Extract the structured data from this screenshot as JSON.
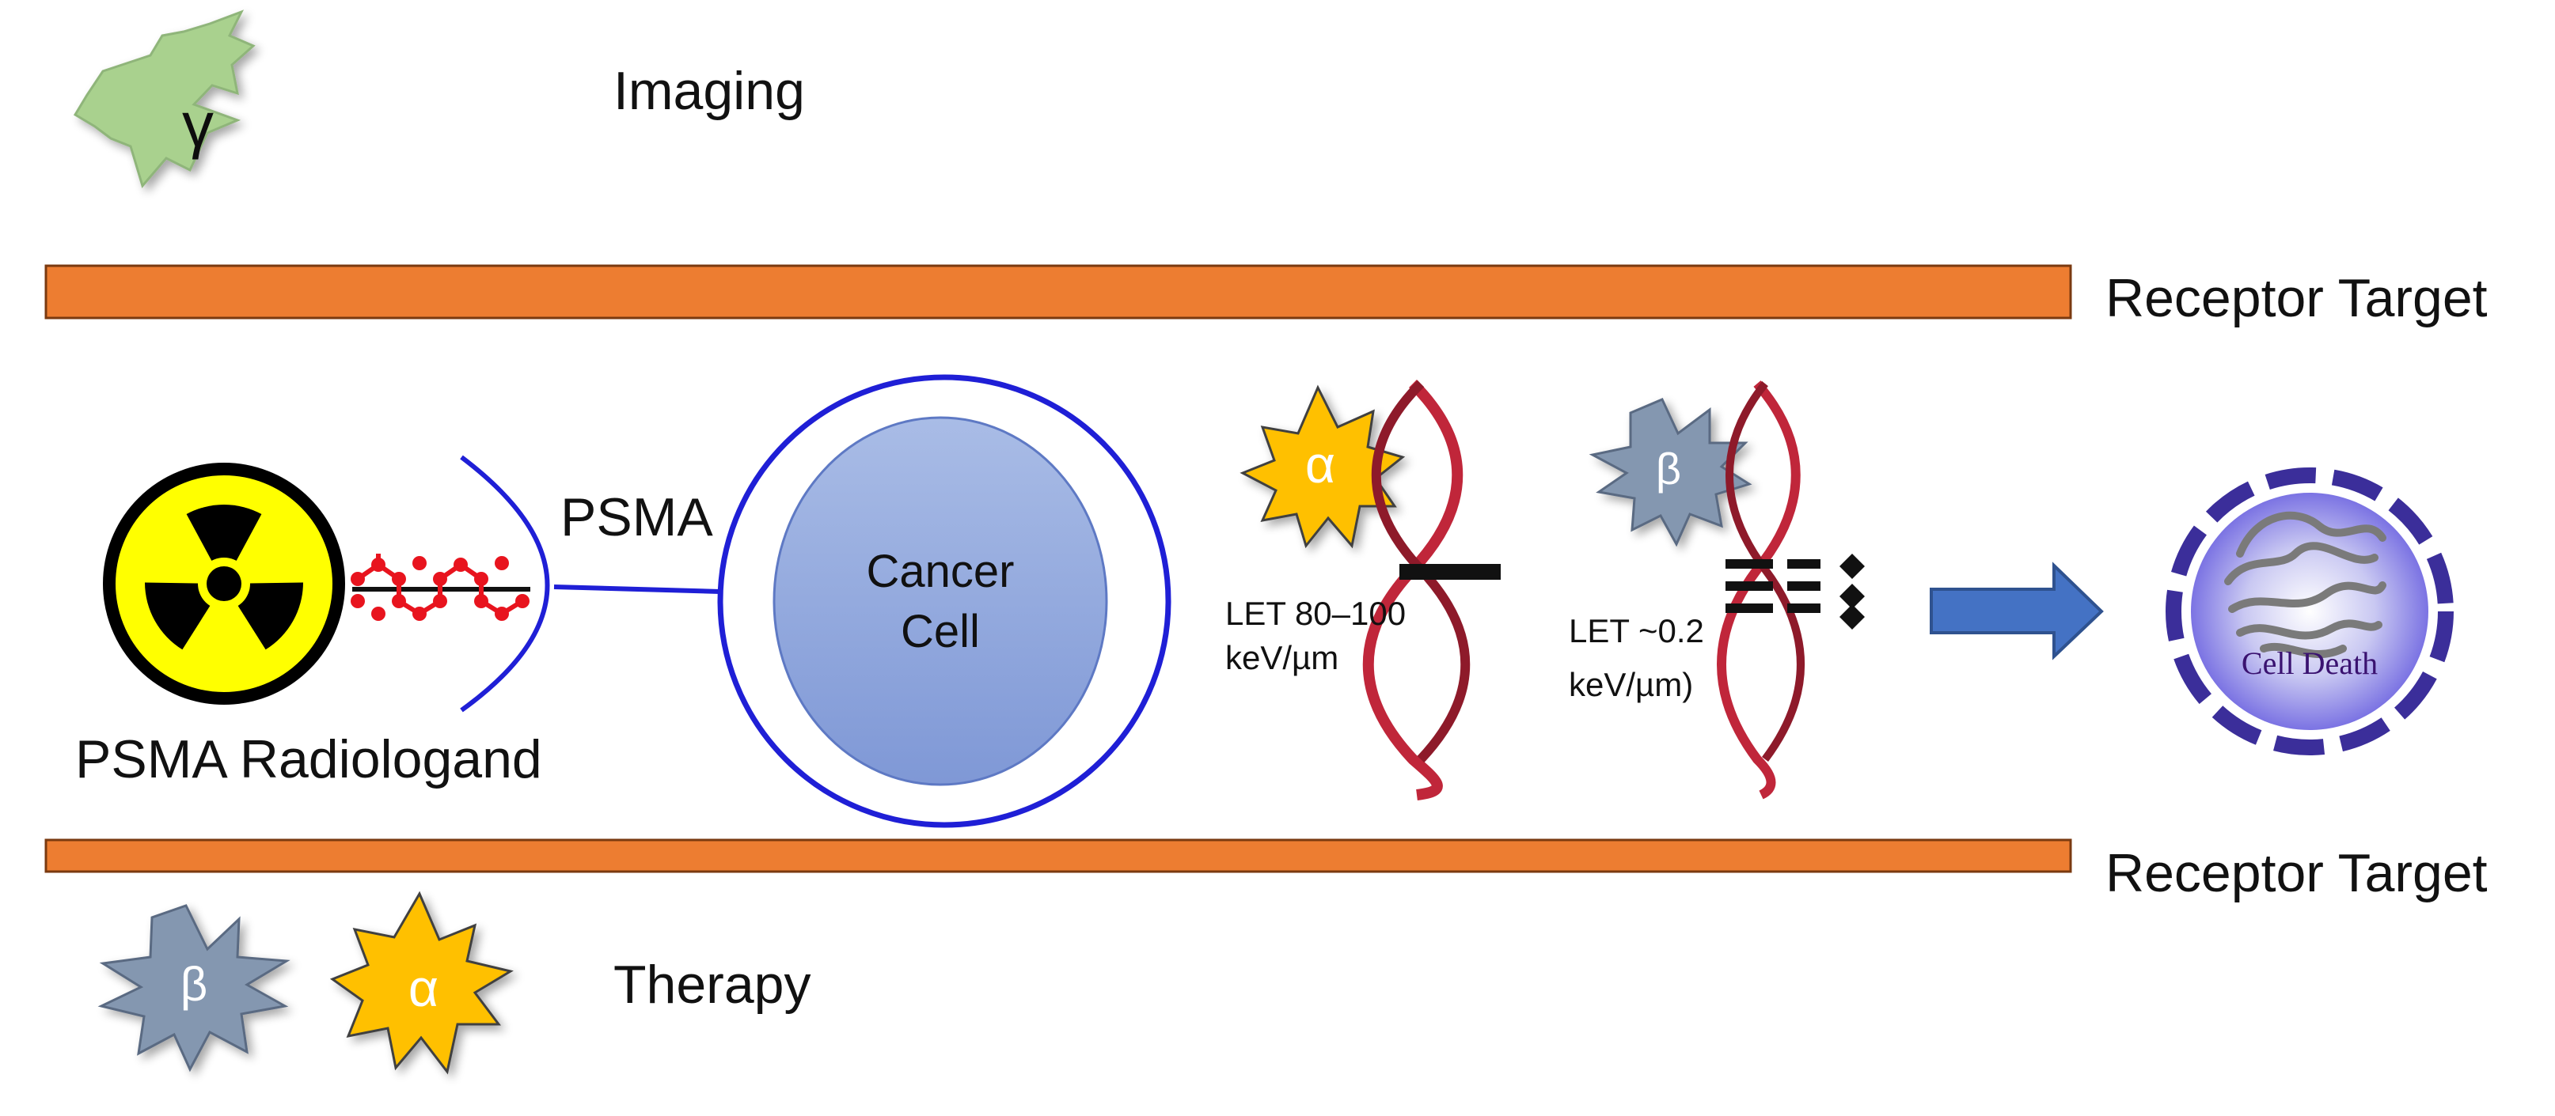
{
  "labels": {
    "imaging": "Imaging",
    "therapy": "Therapy",
    "receptor_target_top": "Receptor Target",
    "receptor_target_bottom": "Receptor Target",
    "psma": "PSMA",
    "radioligand": "PSMA Radiologand",
    "cancer_cell_line1": "Cancer",
    "cancer_cell_line2": "Cell",
    "let_alpha_line1": "LET 80–100",
    "let_alpha_line2": "keV/µm",
    "let_beta_line1": "LET ~0.2",
    "let_beta_line2": "keV/µm)",
    "cell_death": "Cell Death"
  },
  "symbols": {
    "gamma": "γ",
    "alpha": "α",
    "beta": "β"
  },
  "colors": {
    "receptor_bar": "#ED7D31",
    "gamma_star": "#A9D18E",
    "alpha_star": "#FFC000",
    "beta_star": "#8497B0",
    "cell_outline": "#1F1FD6",
    "cancer_cell_fill": "#8FA6DC",
    "arrow": "#4472C4",
    "dna": "#C0263A",
    "radiation_yellow": "#FFFF00",
    "ligand_red": "#E8141E",
    "cell_death_text": "#3A1270"
  }
}
